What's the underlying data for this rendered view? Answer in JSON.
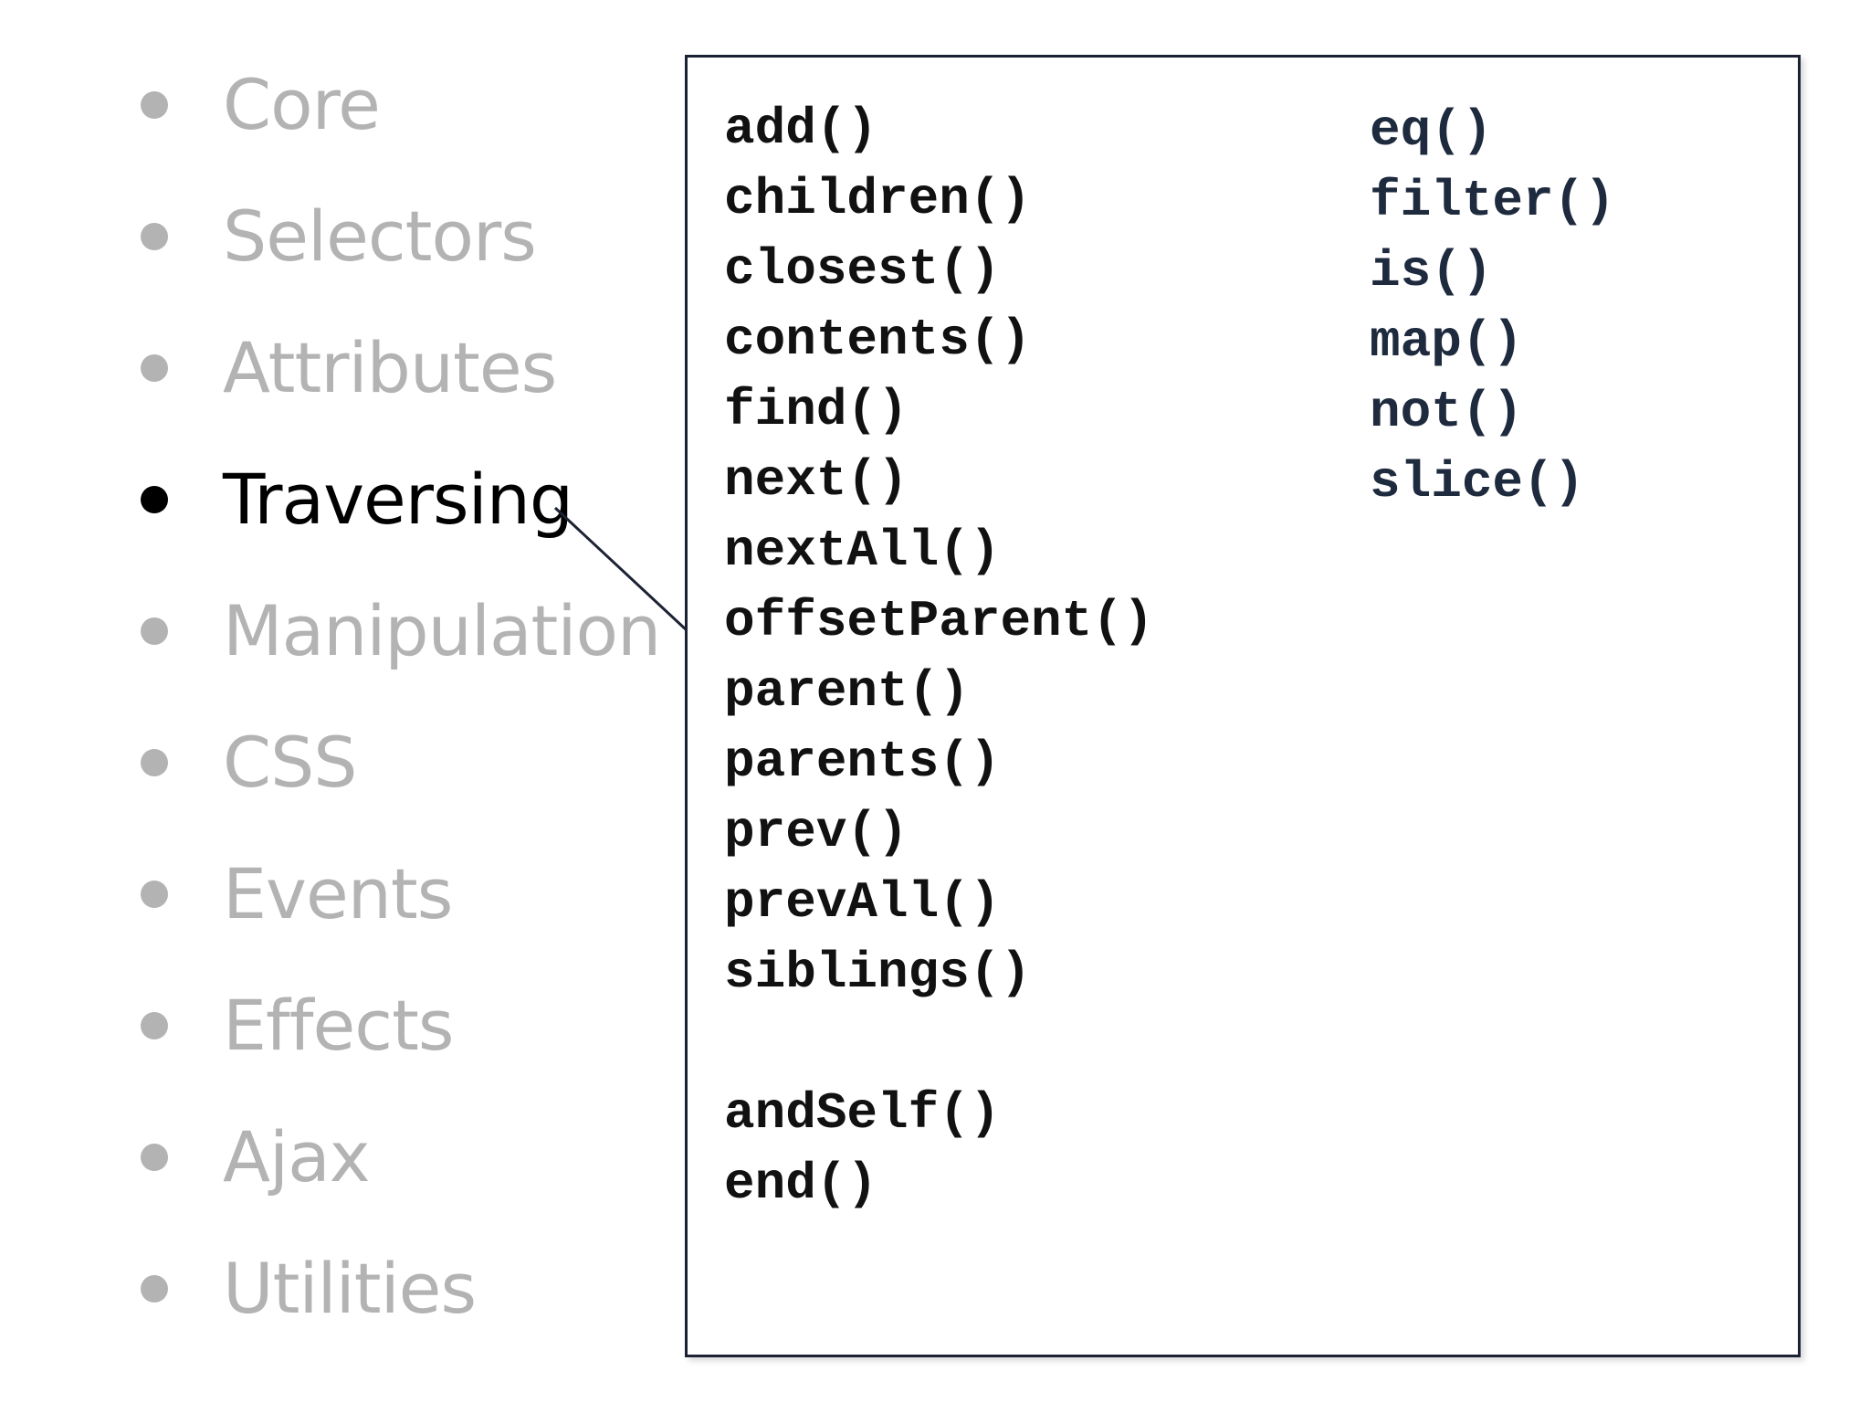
{
  "categories": [
    {
      "label": "Core",
      "active": false
    },
    {
      "label": "Selectors",
      "active": false
    },
    {
      "label": "Attributes",
      "active": false
    },
    {
      "label": "Traversing",
      "active": true
    },
    {
      "label": "Manipulation",
      "active": false
    },
    {
      "label": "CSS",
      "active": false
    },
    {
      "label": "Events",
      "active": false
    },
    {
      "label": "Effects",
      "active": false
    },
    {
      "label": "Ajax",
      "active": false
    },
    {
      "label": "Utilities",
      "active": false
    }
  ],
  "methods": {
    "column1": [
      "add()",
      "children()",
      "closest()",
      "contents()",
      "find()",
      "next()",
      "nextAll()",
      "offsetParent()",
      "parent()",
      "parents()",
      "prev()",
      "prevAll()",
      "siblings()"
    ],
    "column1_extra": [
      "andSelf()",
      "end()"
    ],
    "column2": [
      "eq()",
      "filter()",
      "is()",
      "map()",
      "not()",
      "slice()"
    ]
  },
  "colors": {
    "active": "#000000",
    "inactive": "#b3b3b3",
    "box_border": "#1c2233"
  }
}
